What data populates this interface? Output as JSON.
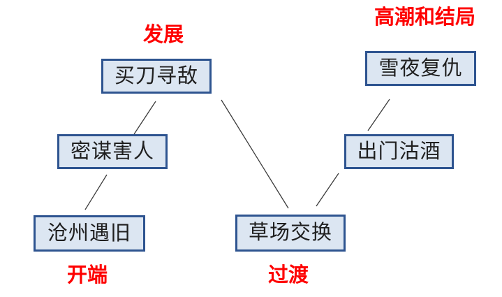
{
  "diagram": {
    "background_color": "#ffffff",
    "colors": {
      "node_fill": "#dce6f2",
      "node_border": "#2e5490",
      "node_text": "#1f1f1f",
      "stage_label_text": "#fe0000",
      "edge_line": "#3b3b3b"
    },
    "nodes": [
      {
        "id": "maidaoxundi",
        "label": "买刀寻敌"
      },
      {
        "id": "xueyefuchou",
        "label": "雪夜复仇"
      },
      {
        "id": "mimouhairen",
        "label": "密谋害人"
      },
      {
        "id": "chumengujiu",
        "label": "出门沽酒"
      },
      {
        "id": "cangzhouyujiu",
        "label": "沧州遇旧"
      },
      {
        "id": "caochangjiaohuan",
        "label": "草场交换"
      }
    ],
    "stage_labels": [
      {
        "id": "fazhan",
        "label": "发展"
      },
      {
        "id": "gaochao-jieju",
        "label": "高潮和结局"
      },
      {
        "id": "kaiduan",
        "label": "开端"
      },
      {
        "id": "guodu",
        "label": "过渡"
      }
    ],
    "edges": [
      {
        "from": "买刀寻敌",
        "to": "密谋害人"
      },
      {
        "from": "密谋害人",
        "to": "沧州遇旧"
      },
      {
        "from": "买刀寻敌",
        "to": "草场交换"
      },
      {
        "from": "出门沽酒",
        "to": "草场交换"
      },
      {
        "from": "雪夜复仇",
        "to": "出门沽酒"
      }
    ]
  }
}
